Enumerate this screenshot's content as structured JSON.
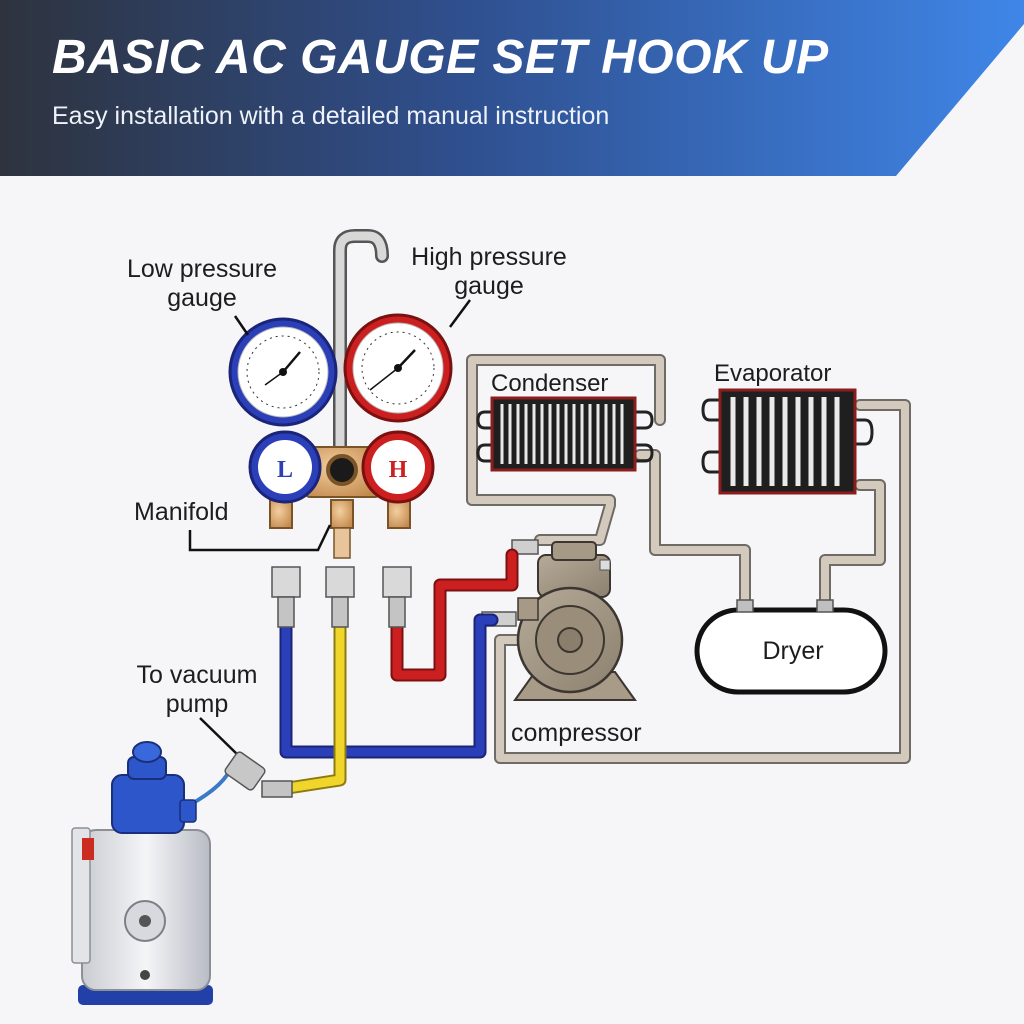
{
  "header": {
    "title": "BASIC AC GAUGE SET HOOK UP",
    "subtitle": "Easy installation with a detailed manual instruction"
  },
  "labels": {
    "low_gauge_line1": "Low pressure",
    "low_gauge_line2": "gauge",
    "high_gauge_line1": "High pressure",
    "high_gauge_line2": "gauge",
    "manifold": "Manifold",
    "vacuum_line1": "To vacuum",
    "vacuum_line2": "pump",
    "condenser": "Condenser",
    "evaporator": "Evaporator",
    "dryer": "Dryer",
    "compressor": "compressor",
    "low_letter": "L",
    "high_letter": "H"
  },
  "colors": {
    "banner_dark": "#2f3440",
    "banner_blue": "#3f86e8",
    "low_side": "#2b3fb8",
    "high_side": "#cc1f1f",
    "utility_hose": "#f0d52a",
    "refrigerant_pipe": "#cbc2b6",
    "brass": "#d7a36a"
  }
}
